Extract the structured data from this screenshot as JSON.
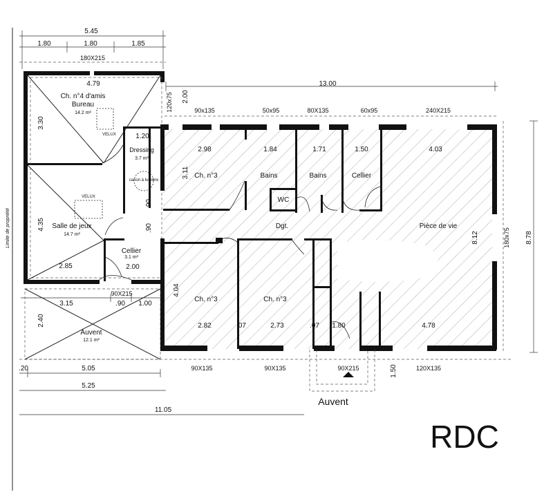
{
  "plan_title": "RDC",
  "property_limit": "Limite de propriété",
  "top_dims": {
    "overall": "5.45",
    "seg1": "1.80",
    "seg2": "1.80",
    "seg3": "1.85",
    "window": "180X215"
  },
  "main_dims": {
    "overall_width": "13.00",
    "left_height": "2.00",
    "left_window": "120x75",
    "right_window": "180x75",
    "right_height_inner": "8.12",
    "right_height_outer": "8.78",
    "bottom_overall": "11.05",
    "bottom_525": "5.25",
    "bottom_505": "5.05",
    "bottom_020": ".20",
    "bottom_150": "1.50"
  },
  "top_windows": [
    "90x135",
    "50x95",
    "80X135",
    "60x95",
    "240X215"
  ],
  "bottom_windows": [
    "90X135",
    "90X135",
    "90X215",
    "120X135"
  ],
  "rooms": {
    "bureau": {
      "name1": "Ch. n°4 d'amis",
      "name2": "Bureau",
      "area": "14.2 m²",
      "width": "4.79",
      "depth": "3.30"
    },
    "velux1": "VELUX",
    "velux2": "VELUX",
    "dressing": {
      "name": "Dressing",
      "area": "3.7 m²",
      "width": "1.20"
    },
    "canon": "canon à lumière",
    "salle_jeux": {
      "name": "Salle de jeux",
      "area": "14.7 m²",
      "depth": "4.35",
      "width": "2.85"
    },
    "cellier_small": {
      "name": "Cellier",
      "area": "3.1 m²",
      "width": "2.00"
    },
    "door_90a": ".90",
    "door_90b": ".90",
    "door_215": "90X215",
    "auvent_dims": {
      "d1": "3.15",
      "d2": ".90",
      "d3": "1.00",
      "depth": "2.40"
    },
    "auvent_small": {
      "name": "Auvent",
      "area": "12.1 m²"
    },
    "ch3_top": {
      "name": "Ch. n°3",
      "width": "2.98",
      "depth": "3.11"
    },
    "bains1": {
      "name": "Bains",
      "width": "1.84"
    },
    "bains2": {
      "name": "Bains",
      "width": "1.71"
    },
    "wc": "WC",
    "cellier": {
      "name": "Cellier",
      "width": "1.50"
    },
    "piece_de_vie": {
      "name": "Pièce de vie",
      "width": "4.03",
      "bottom_width": "4.78"
    },
    "dgt": "Dgt.",
    "ch3_left": {
      "name": "Ch. n°3",
      "width": "2.82",
      "depth": "4.04"
    },
    "ch3_right": {
      "name": "Ch. n°3",
      "width": "2.73"
    },
    "sep1": ".07",
    "sep2": ".07",
    "entry_width": "1.80"
  },
  "auvent_label": "Auvent"
}
